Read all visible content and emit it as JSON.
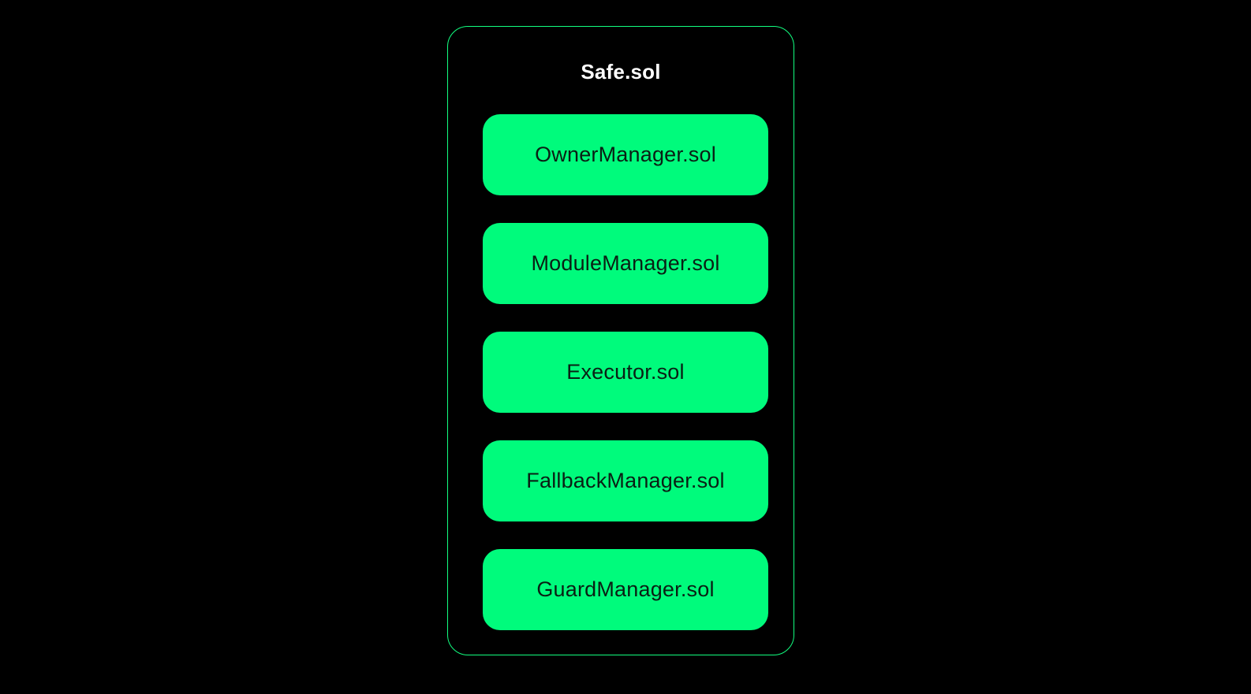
{
  "diagram": {
    "background_color": "#000000",
    "accent_green": "#12ff80",
    "box_fill_green": "#00fb7c",
    "container": {
      "title": "Safe.sol"
    },
    "boxes": [
      {
        "label": "OwnerManager.sol"
      },
      {
        "label": "ModuleManager.sol"
      },
      {
        "label": "Executor.sol"
      },
      {
        "label": "FallbackManager.sol"
      },
      {
        "label": "GuardManager.sol"
      }
    ]
  }
}
